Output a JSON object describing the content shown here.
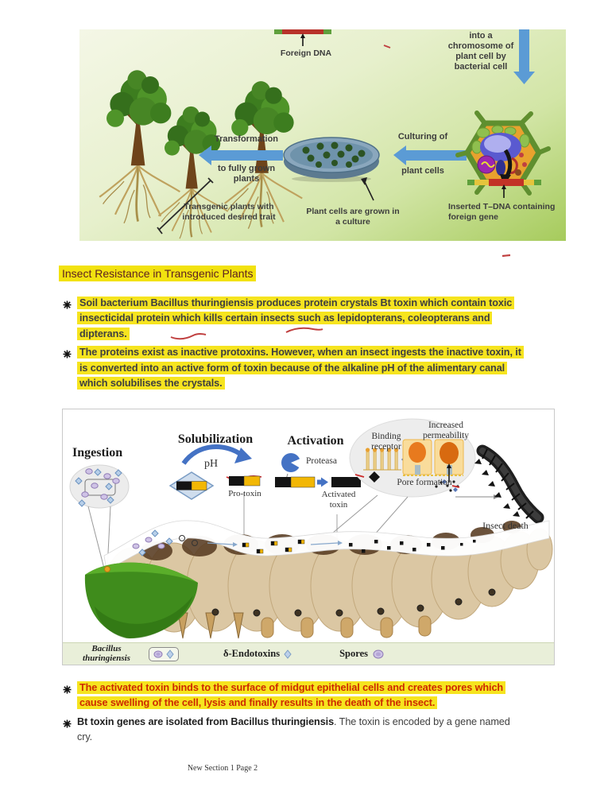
{
  "figure1": {
    "labels": {
      "foreign_dna": "Foreign DNA",
      "into_chromosome": "into a chromosome of plant cell by bacterial cell",
      "transformation": "Transformation",
      "to_fully_grown": "to fully grown plants",
      "culturing_of": "Culturing of",
      "plant_cells": "plant cells",
      "transgenic_plants": "Transgenic plants with introduced desired trait",
      "plant_cells_grown": "Plant cells are grown in a culture",
      "inserted_tdna": "Inserted T–DNA containing foreign gene"
    }
  },
  "figure2": {
    "labels": {
      "ingestion": "Ingestion",
      "solubilization": "Solubilization",
      "ph": "pH",
      "pro_toxin": "Pro-toxin",
      "activation": "Activation",
      "proteasa": "Proteasa",
      "activated_toxin": "Activated toxin",
      "binding_receptor": "Binding receptor",
      "increased_permeability": "Increased permeability",
      "pore_formation": "Pore formation",
      "insect_death": "Insect death"
    },
    "legend": {
      "bacillus": "Bacillus thuringiensis",
      "endotoxins": "δ-Endotoxins",
      "spores": "Spores"
    }
  },
  "content": {
    "heading": "Insect Resistance in Transgenic Plants",
    "bullets": [
      {
        "lines": [
          "Soil bacterium Bacillus thuringiensis produces protein crystals Bt toxin which contain toxic",
          "insecticidal protein which kills certain insects such as lepidopterans, coleopterans and",
          "dipterans."
        ]
      },
      {
        "lines": [
          "The proteins exist as inactive protoxins. However, when an insect ingests the inactive toxin, it",
          "is converted into an active form of toxin because of the alkaline pH of the alimentary canal",
          "which solubilises the crystals."
        ]
      },
      {
        "lines": [
          "The activated toxin binds to the surface of midgut epithelial cells and creates pores which",
          "cause swelling of the cell, lysis and finally results in the death of the insect."
        ]
      },
      {
        "bold": "Bt toxin genes are isolated from Bacillus thuringiensis",
        "regular": ". The toxin is encoded by a gene named",
        "line2": "cry."
      }
    ],
    "footer": "New Section 1 Page 2"
  },
  "colors": {
    "highlight": "#f6e41f",
    "heading_text": "#5e2121",
    "red_text": "#ce2a00",
    "body_text": "#3f3f3f",
    "arrow_blue": "#5b9bd5"
  }
}
